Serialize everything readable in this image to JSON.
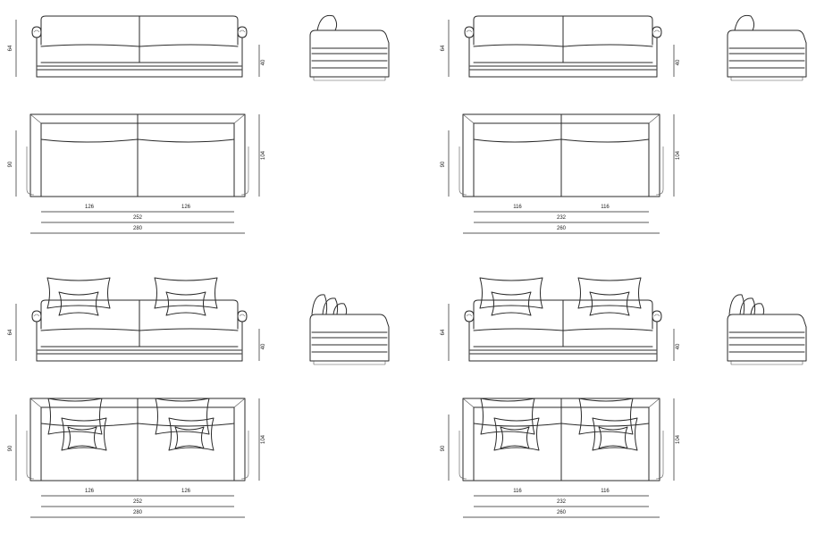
{
  "variants": [
    {
      "front_height": "64",
      "seat_height": "40",
      "plan_depth": "90",
      "overall_depth": "104",
      "seat_width_left": "126",
      "seat_width_right": "126",
      "inner_width": "252",
      "overall_width": "280",
      "cushions": false
    },
    {
      "front_height": "64",
      "seat_height": "40",
      "plan_depth": "90",
      "overall_depth": "104",
      "seat_width_left": "116",
      "seat_width_right": "116",
      "inner_width": "232",
      "overall_width": "260",
      "cushions": false
    },
    {
      "front_height": "64",
      "seat_height": "40",
      "plan_depth": "90",
      "overall_depth": "104",
      "seat_width_left": "126",
      "seat_width_right": "126",
      "inner_width": "252",
      "overall_width": "280",
      "cushions": true
    },
    {
      "front_height": "64",
      "seat_height": "40",
      "plan_depth": "90",
      "overall_depth": "104",
      "seat_width_left": "116",
      "seat_width_right": "116",
      "inner_width": "232",
      "overall_width": "260",
      "cushions": true
    }
  ],
  "colors": {
    "line": "#2a2a2a",
    "background": "#ffffff"
  }
}
